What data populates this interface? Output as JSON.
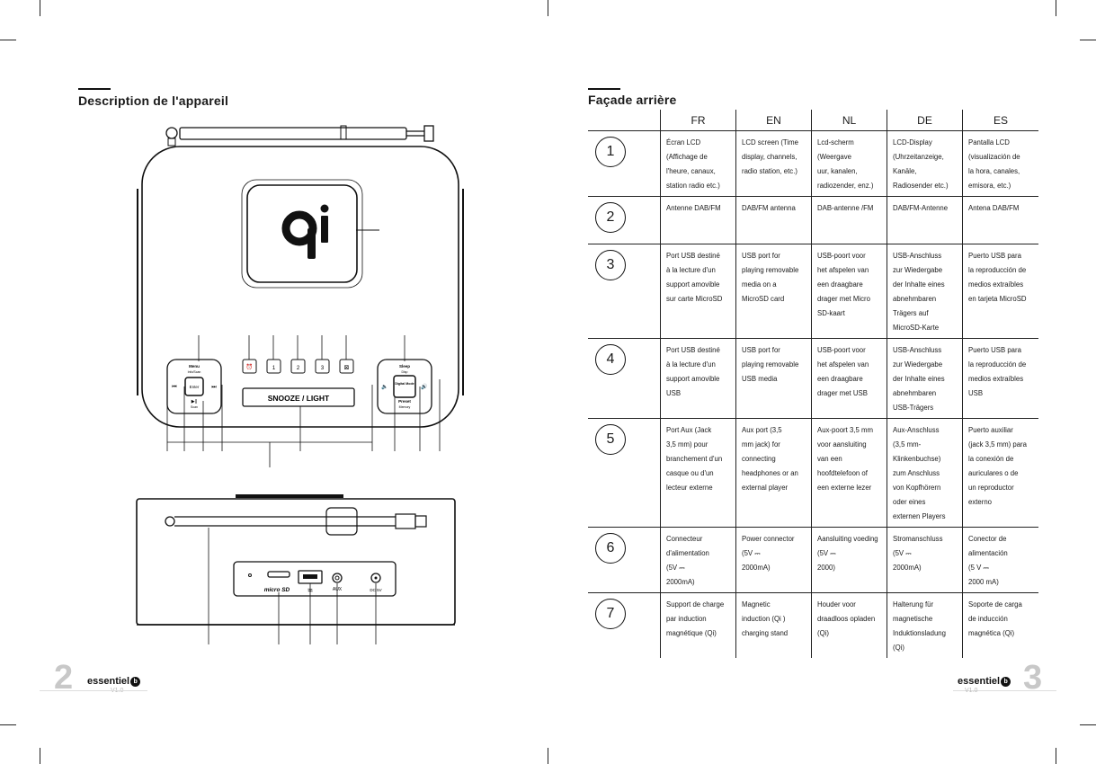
{
  "left_page": {
    "title": "Description de l'appareil",
    "page_number": "2",
    "brand": "essentiel",
    "brand_logo_letter": "b",
    "version": "V1.0",
    "device_front": {
      "menu_label": "Menu",
      "menu_sub": "Info/Scan",
      "enter_label": "Enter",
      "play_label": "▶||",
      "play_sub": "Scan",
      "preset_buttons": [
        "1",
        "2",
        "3"
      ],
      "snooze_light": "SNOOZE / LIGHT",
      "sleep_label": "Sleep",
      "sleep_sub": "Disp",
      "mode_label": "Digital Mode",
      "preset_label": "Preset",
      "preset_sub": "Memory"
    },
    "device_back": {
      "microsd_label": "micro SD",
      "aux_label": "AUX",
      "dc_label": "DC 5V"
    }
  },
  "right_page": {
    "title": "Façade arrière",
    "page_number": "3",
    "brand": "essentiel",
    "brand_logo_letter": "b",
    "version": "V1.0",
    "table": {
      "headers": [
        "FR",
        "EN",
        "NL",
        "DE",
        "ES"
      ],
      "rows": [
        {
          "num": "1",
          "cells": [
            "Écran LCD\n(Affichage de\nl'heure, canaux,\nstation radio etc.)",
            "LCD screen (Time\ndisplay, channels,\nradio station, etc.)",
            "Lcd-scherm\n(Weergave\nuur, kanalen,\nradiozender, enz.)",
            "LCD-Display\n(Uhrzeitanzeige,\nKanäle,\nRadiosender etc.)",
            "Pantalla LCD\n(visualización de\nla hora, canales,\nemisora, etc.)"
          ]
        },
        {
          "num": "2",
          "cells": [
            "Antenne DAB/FM",
            "DAB/FM antenna",
            "DAB-antenne /FM",
            "DAB/FM-Antenne",
            "Antena DAB/FM"
          ]
        },
        {
          "num": "3",
          "cells": [
            "Port USB destiné\nà la lecture d'un\nsupport amovible\nsur carte MicroSD",
            "USB port for\nplaying removable\nmedia on a\nMicroSD card",
            "USB-poort voor\nhet afspelen van\neen draagbare\ndrager met Micro\nSD-kaart",
            "USB-Anschluss\nzur Wiedergabe\nder Inhalte eines\nabnehmbaren\nTrägers auf\nMicroSD-Karte",
            "Puerto USB para\nla reproducción de\nmedios extraíbles\nen tarjeta MicroSD"
          ]
        },
        {
          "num": "4",
          "cells": [
            "Port USB destiné\nà la lecture d'un\nsupport amovible\nUSB",
            "USB port for\nplaying removable\nUSB media",
            "USB-poort voor\nhet afspelen van\neen draagbare\ndrager met USB",
            "USB-Anschluss\nzur Wiedergabe\nder Inhalte eines\nabnehmbaren\nUSB-Trägers",
            "Puerto USB para\nla reproducción de\nmedios extraíbles\nUSB"
          ]
        },
        {
          "num": "5",
          "cells": [
            "Port Aux (Jack\n3,5 mm) pour\nbranchement d'un\ncasque ou d'un\nlecteur externe",
            "Aux port (3,5\nmm jack) for\nconnecting\nheadphones or an\nexternal player",
            "Aux-poort 3,5 mm\nvoor aansluiting\nvan een\nhoofdtelefoon of\neen externe lezer",
            "Aux-Anschluss\n(3,5 mm-\nKlinkenbuchse)\nzum Anschluss\nvon Kopfhörern\noder eines\nexternen Players",
            "Puerto auxiliar\n(jack 3,5 mm) para\nla conexión de\nauriculares o de\nun reproductor\nexterno"
          ]
        },
        {
          "num": "6",
          "cells": [
            "Connecteur\nd'alimentation\n(5V ⎓\n2000mA)",
            "Power connector\n(5V ⎓\n2000mA)",
            "Aansluiting voeding\n(5V ⎓\n2000)",
            "Stromanschluss\n(5V ⎓\n2000mA)",
            "Conector de\nalimentación\n(5 V ⎓\n2000 mA)"
          ]
        },
        {
          "num": "7",
          "cells": [
            "Support de charge\npar induction\nmagnétique (Qi)",
            "Magnetic\ninduction (Qi )\ncharging stand",
            "Houder voor\ndraadloos opladen\n(Qi)",
            "Halterung für\nmagnetische\nInduktionsladung\n(Qi)",
            "Soporte de carga\nde inducción\nmagnética (Qi)"
          ]
        }
      ]
    }
  }
}
